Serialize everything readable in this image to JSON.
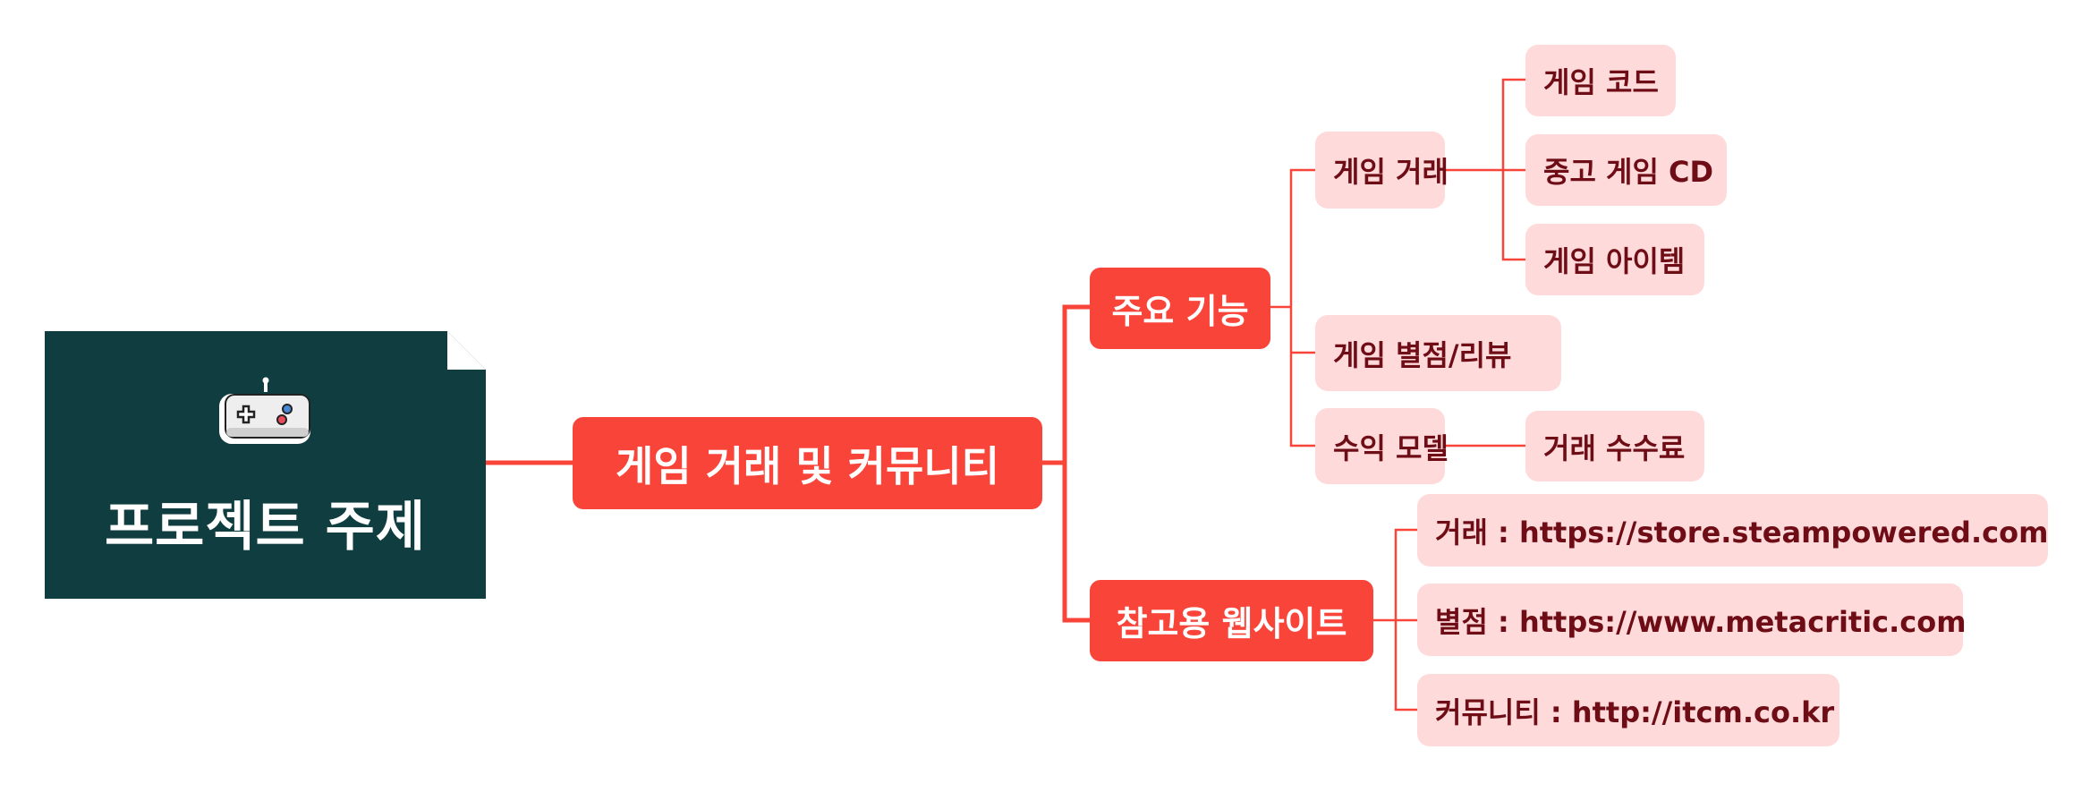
{
  "root": {
    "title": "프로젝트 주제",
    "icon": "gamepad-icon"
  },
  "main_topic": "게임 거래 및 커뮤니티",
  "branches": {
    "features": {
      "label": "주요 기능",
      "trade": {
        "label": "게임 거래",
        "items": [
          "게임 코드",
          "중고 게임 CD",
          "게임 아이템"
        ]
      },
      "rating": {
        "label": "게임 별점/리뷰"
      },
      "revenue": {
        "label": "수익 모델",
        "items": [
          "거래 수수료"
        ]
      }
    },
    "references": {
      "label": "참고용 웹사이트",
      "items": [
        "거래 : https://store.steampowered.com",
        "별점 : https://www.metacritic.com",
        "커뮤니티 : http://itcm.co.kr"
      ]
    }
  },
  "colors": {
    "root_bg": "#103e40",
    "accent": "#f9443a",
    "leaf_bg": "#ffdadb",
    "leaf_text": "#6e0d16",
    "connector": "#f9443a"
  }
}
